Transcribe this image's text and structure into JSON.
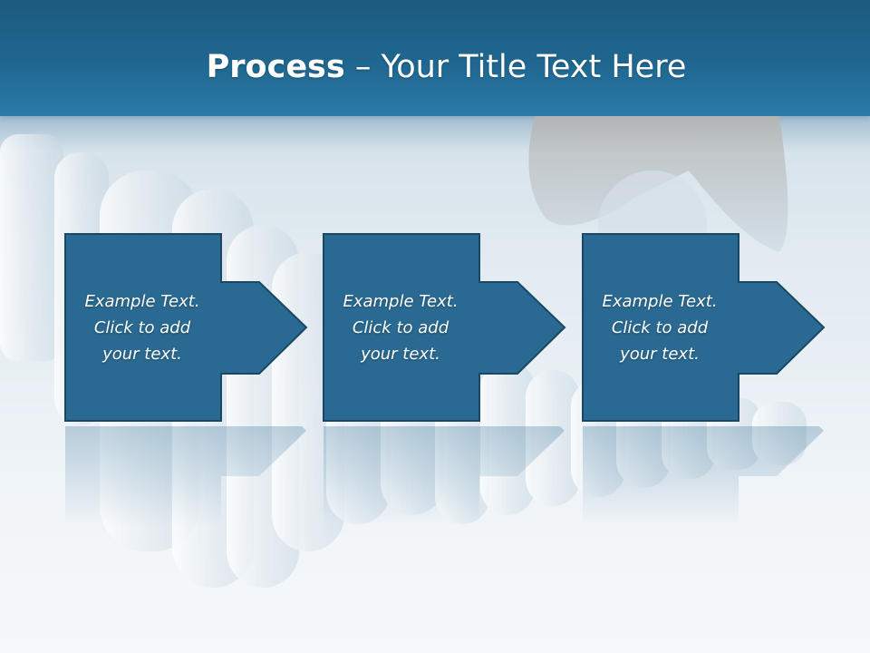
{
  "slide": {
    "title_bold": "Process",
    "title_rest": " – Your Title Text Here"
  },
  "steps": [
    {
      "line1": "Example Text.",
      "line2": "Click  to add",
      "line3": "your text."
    },
    {
      "line1": "Example Text.",
      "line2": "Click  to add",
      "line3": "your text."
    },
    {
      "line1": "Example Text.",
      "line2": "Click  to add",
      "line3": "your text."
    }
  ],
  "colors": {
    "header": "#1f6790",
    "box_fill": "#2a6a92",
    "box_border": "#1a4763",
    "text": "#ffffff"
  }
}
